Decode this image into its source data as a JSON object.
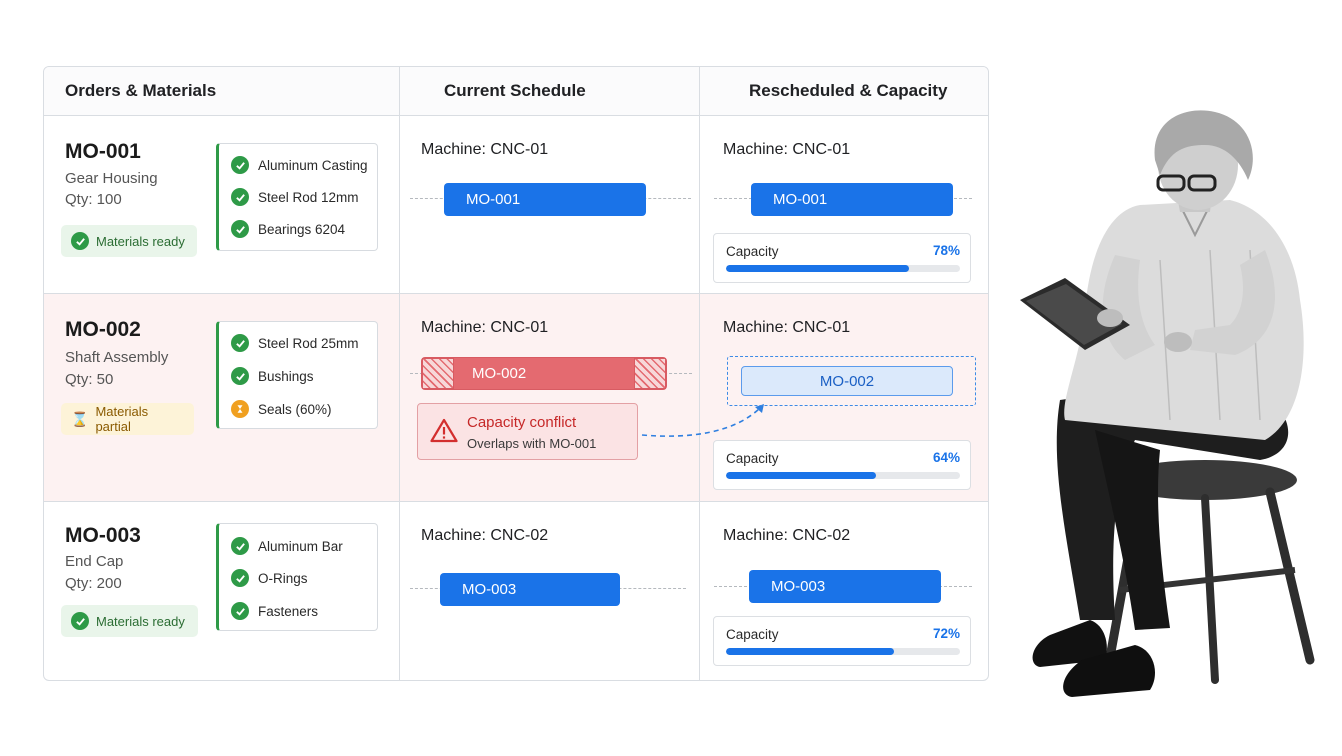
{
  "headers": {
    "orders": "Orders & Materials",
    "current": "Current Schedule",
    "rescheduled": "Rescheduled & Capacity"
  },
  "orders": [
    {
      "id": "MO-001",
      "name": "Gear Housing",
      "qty": "Qty: 100",
      "status": "Materials ready",
      "status_type": "ready",
      "materials": [
        {
          "label": "Aluminum Casting",
          "icon": "check-icon"
        },
        {
          "label": "Steel Rod 12mm",
          "icon": "check-icon"
        },
        {
          "label": "Bearings 6204",
          "icon": "check-icon"
        }
      ],
      "current": {
        "machine": "Machine: CNC-01",
        "bar": "MO-001"
      },
      "rescheduled": {
        "machine": "Machine: CNC-01",
        "bar": "MO-001",
        "capacity_label": "Capacity",
        "capacity_pct": "78%",
        "capacity": 0.78
      }
    },
    {
      "id": "MO-002",
      "name": "Shaft Assembly",
      "qty": "Qty: 50",
      "status": "Materials partial",
      "status_type": "partial",
      "materials": [
        {
          "label": "Steel Rod 25mm",
          "icon": "check-icon"
        },
        {
          "label": "Bushings",
          "icon": "check-icon"
        },
        {
          "label": "Seals (60%)",
          "icon": "hourglass-icon"
        }
      ],
      "current": {
        "machine": "Machine: CNC-01",
        "bar": "MO-002",
        "conflict_title": "Capacity conflict",
        "conflict_detail": "Overlaps with MO-001"
      },
      "rescheduled": {
        "machine": "Machine: CNC-01",
        "bar": "MO-002",
        "capacity_label": "Capacity",
        "capacity_pct": "64%",
        "capacity": 0.64
      }
    },
    {
      "id": "MO-003",
      "name": "End Cap",
      "qty": "Qty: 200",
      "status": "Materials ready",
      "status_type": "ready",
      "materials": [
        {
          "label": "Aluminum Bar",
          "icon": "check-icon"
        },
        {
          "label": "O-Rings",
          "icon": "check-icon"
        },
        {
          "label": "Fasteners",
          "icon": "check-icon"
        }
      ],
      "current": {
        "machine": "Machine: CNC-02",
        "bar": "MO-003"
      },
      "rescheduled": {
        "machine": "Machine: CNC-02",
        "bar": "MO-003",
        "capacity_label": "Capacity",
        "capacity_pct": "72%",
        "capacity": 0.72
      }
    }
  ],
  "colors": {
    "accent_blue": "#1a73e8",
    "ready_green": "#2e9a47",
    "partial_amber": "#f0a020",
    "conflict_red": "#e46a70"
  }
}
